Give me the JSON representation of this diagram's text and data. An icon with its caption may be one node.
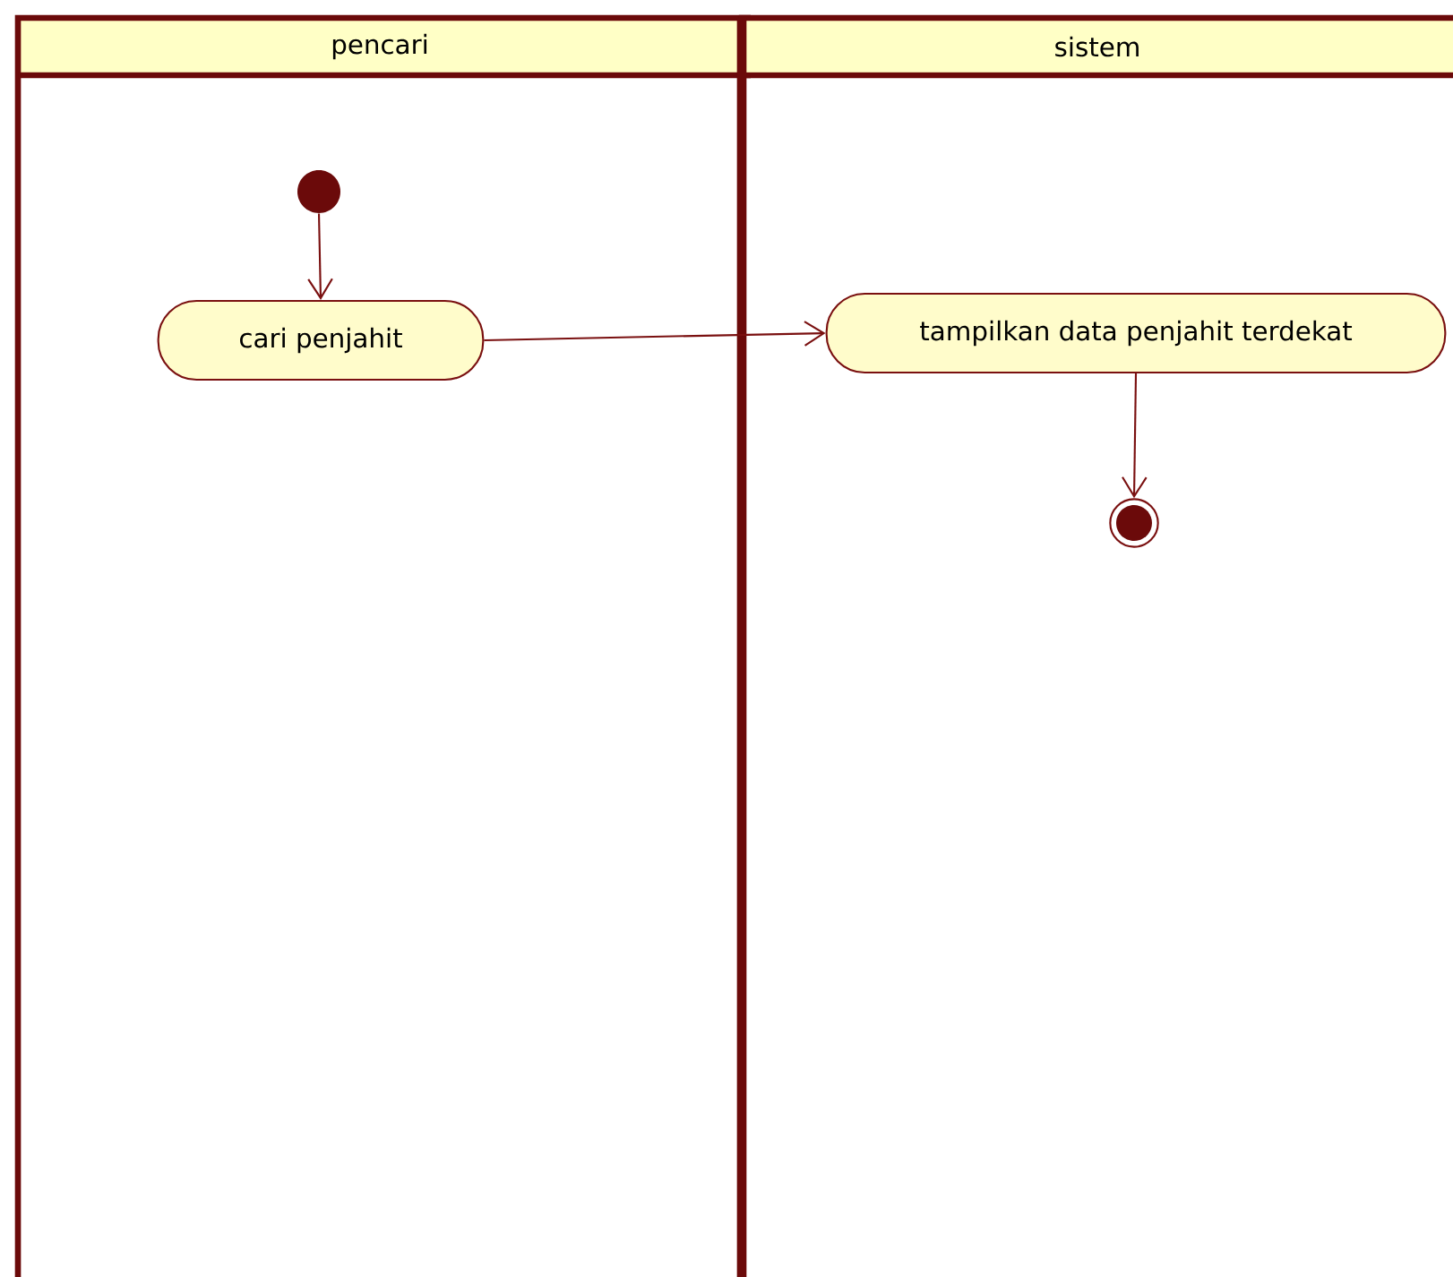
{
  "diagram": {
    "nodes": [
      {
        "text": [
          "pencari"
        ]
      },
      {
        "text": [
          "sistem"
        ]
      },
      {
        "text": [],
        "shape": "circle",
        "in": 0
      },
      {
        "text": [
          "cari  penjahit"
        ],
        "in": 0
      },
      {
        "text": [
          "tampilkan data penjahit terdekat"
        ],
        "in": 1
      },
      {
        "text": [],
        "shape": "circle",
        "in": 1
      }
    ],
    "edges": [
      {
        "from": 2,
        "to": 3,
        "arrow": "to"
      },
      {
        "from": 3,
        "to": 4,
        "arrow": "to"
      },
      {
        "from": 4,
        "to": 5,
        "arrow": "to"
      }
    ]
  }
}
